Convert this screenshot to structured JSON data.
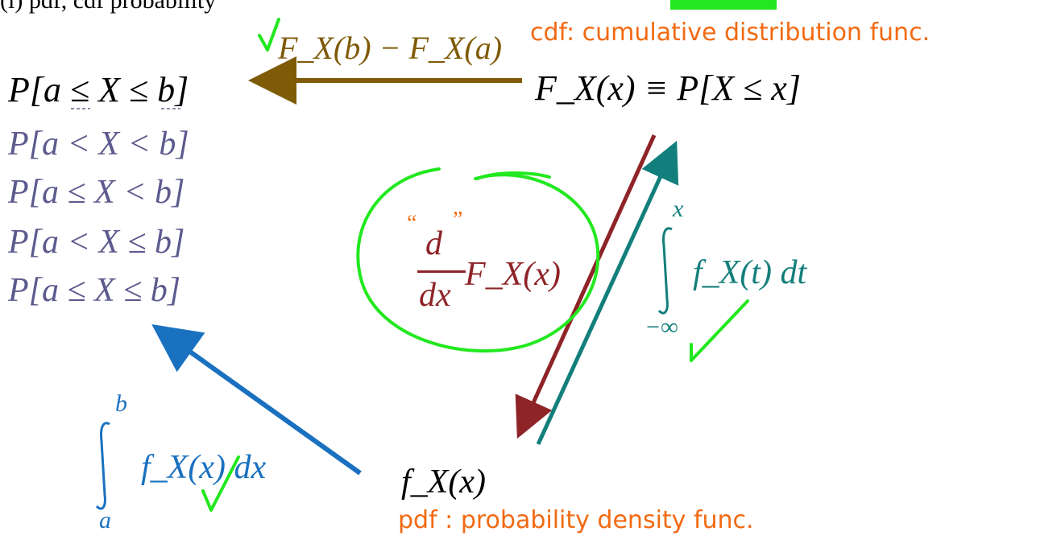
{
  "header": {
    "cut_text": "(i) pdf, cdf probability"
  },
  "labels": {
    "prob_interval": "P[a ≤ X ≤ b]",
    "cdf_def": "F_X(x) ≡ P[X ≤ x]",
    "cdf_difference": "F_X(b) − F_X(a)",
    "cdf_note": "cdf: cumulative distribution func.",
    "pdf_symbol": "f_X(x)",
    "pdf_note": "pdf : probability density func."
  },
  "variants": [
    "P[a < X < b]",
    "P[a ≤ X < b]",
    "P[a < X ≤ b]",
    "P[a ≤ X ≤ b]"
  ],
  "derivative": {
    "quote_left": "“",
    "quote_right": "”",
    "numerator": "d",
    "denominator": "dx",
    "operand": "F_X(x)"
  },
  "cdf_integral": {
    "upper": "x",
    "lower": "−∞",
    "integrand": "f_X(t) dt"
  },
  "prob_integral": {
    "upper": "b",
    "lower": "a",
    "integrand": "f_X(x) dx"
  },
  "colors": {
    "brown_arrow": "#7f5a07",
    "dark_red_arrow": "#8e2428",
    "teal_arrow": "#137f7c",
    "blue_arrow": "#1a71c0",
    "hand_green": "#22e81f",
    "hand_orange": "#f26a12",
    "variant_text": "#5c5a8e"
  }
}
